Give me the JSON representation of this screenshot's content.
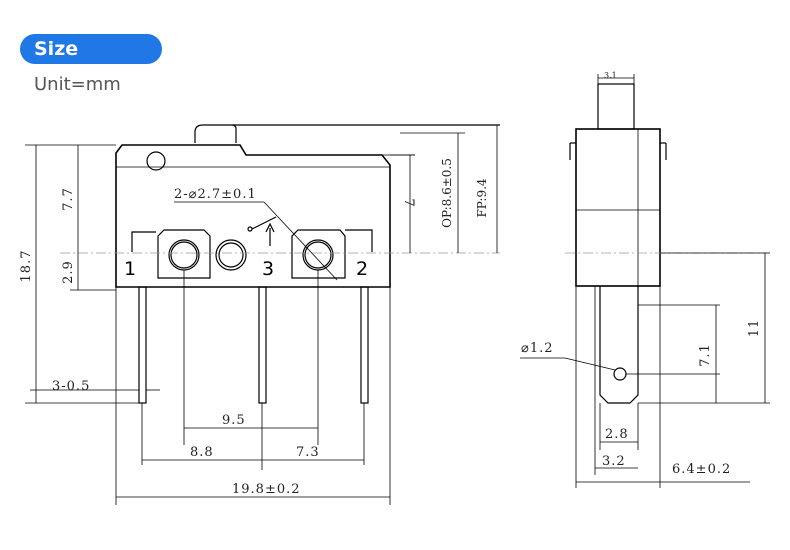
{
  "header": {
    "badge": "Size",
    "unit": "Unit=mm"
  },
  "front_view": {
    "pins": [
      "1",
      "3",
      "2"
    ],
    "hole_note": "2-⌀2.7±0.1",
    "dims": {
      "height_total": "18.7",
      "top_offset": "7.7",
      "pin_offset": "2.9",
      "pin_width": "3-0.5",
      "pitch_9_5": "9.5",
      "pitch_8_8": "8.8",
      "pitch_7_3": "7.3",
      "width_total": "19.8±0.2",
      "right_7": "7",
      "op": "OP:8.6±0.5",
      "fp": "FP:9.4"
    }
  },
  "side_view": {
    "dims": {
      "top_width": "3.1",
      "hole": "⌀1.2",
      "pin_hole": "7.1",
      "pin_length": "11",
      "pin_width_2_8": "2.8",
      "body_3_2": "3.2",
      "total_6_4": "6.4±0.2"
    }
  }
}
